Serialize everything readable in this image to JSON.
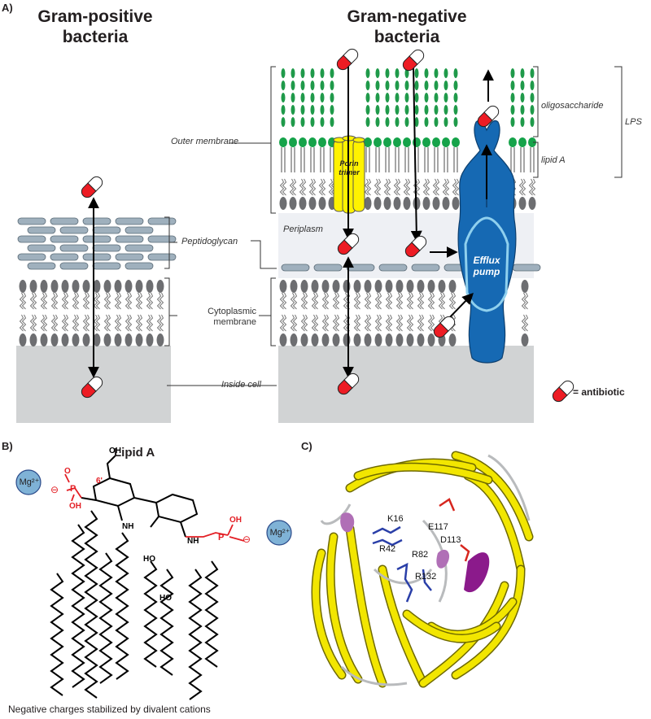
{
  "panel_labels": {
    "a": "A)",
    "b": "B)",
    "c": "C)"
  },
  "panel_a": {
    "gram_positive_title": "Gram-positive bacteria",
    "gram_negative_title": "Gram-negative bacteria",
    "outer_membrane": "Outer membrane",
    "peptidoglycan": "Peptidoglycan",
    "cytoplasmic_membrane": "Cytoplasmic membrane",
    "inside_cell": "Inside cell",
    "periplasm": "Periplasm",
    "porin_trimer": "Porin trimer",
    "efflux_pump": "Efflux pump",
    "oligosaccharide": "oligosaccharide",
    "lipid_a": "lipid A",
    "lps": "LPS",
    "legend_antibiotic": "= antibiotic"
  },
  "panel_b": {
    "title": "Lipid A",
    "mg_ion": "Mg²⁺",
    "prime_label": "6'",
    "caption": "Negative charges stabilized by divalent cations"
  },
  "panel_c": {
    "residues": [
      "K16",
      "E117",
      "R42",
      "D113",
      "R82",
      "R132"
    ]
  },
  "colors": {
    "lipid_gray": "#6d6e71",
    "oligosaccharide_green": "#1f9a4a",
    "lipid_a_green": "#16a34a",
    "peptidoglycan_blue_gray": "#9fb0bd",
    "porin_yellow": "#fff200",
    "efflux_blue": "#1669b3",
    "antibiotic_red": "#ed1c24",
    "cell_interior_gray": "#d1d3d4",
    "periplasm_gray": "#eef0f4",
    "mg_blue": "#7fb2d6",
    "phosphate_red": "#e31e24",
    "beta_sheet_yellow": "#f2e600",
    "helix_purple": "#8b1a8b",
    "basic_residue_blue": "#2a3fa8",
    "acidic_residue_red": "#d7261e"
  }
}
